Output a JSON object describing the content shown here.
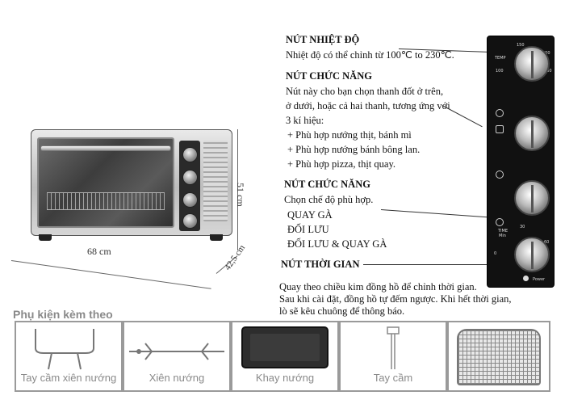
{
  "dimensions": {
    "width": "68 cm",
    "height": "51 cm",
    "depth": "42,5 cm"
  },
  "temperature": {
    "title": "NÚT NHIỆT ĐỘ",
    "lines": [
      "Nhiệt độ có thể chỉnh từ 100℃ to 230℃."
    ]
  },
  "heating_function": {
    "title": "NÚT CHỨC NĂNG",
    "lines": [
      "Nút này cho bạn chọn thanh đốt ở trên,",
      "ở dưới, hoặc cả hai thanh, tương ứng với",
      "3 kí hiệu:",
      "+ Phù hợp nướng thịt, bánh mì",
      "+ Phù hợp nướng bánh bông lan.",
      "+  Phù hợp pizza, thịt quay."
    ]
  },
  "mode_function": {
    "title": "NÚT CHỨC NĂNG",
    "lines": [
      "Chọn chế độ phù hợp.",
      "QUAY GÀ",
      "ĐỐI LƯU",
      "ĐỐI LƯU & QUAY GÀ"
    ]
  },
  "timer": {
    "title": "NÚT THỜI GIAN",
    "lines": [
      "Quay theo chiều kim đồng hồ để chỉnh thời gian.",
      " Sau khi cài đặt, đồng hồ tự đếm ngược. Khi hết thời gian,",
      " lò sẽ kêu chuông để thông báo."
    ]
  },
  "panel": {
    "temp_ticks": [
      "TEMP",
      "100",
      "150",
      "200",
      "230"
    ],
    "timer_ticks": [
      "TIME",
      "Min",
      "0",
      "30",
      "60"
    ],
    "power_label": "Power"
  },
  "accessories": {
    "title": "Phụ kiện kèm theo",
    "items": [
      {
        "label": "Tay cầm xiên nướng"
      },
      {
        "label": "Xiên nướng"
      },
      {
        "label": "Khay nướng"
      },
      {
        "label": "Tay cầm"
      },
      {
        "label": ""
      }
    ]
  }
}
